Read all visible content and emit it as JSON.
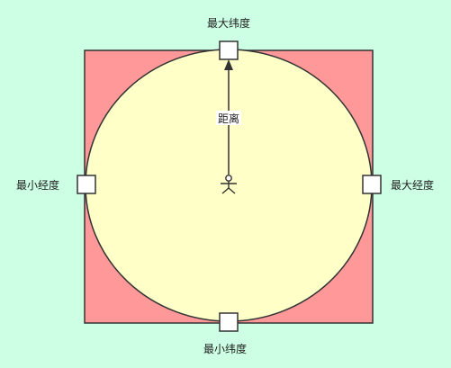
{
  "labels": {
    "max_lat": "最大纬度",
    "min_lat": "最小纬度",
    "min_lng": "最小经度",
    "max_lng": "最大经度",
    "distance": "距离"
  },
  "colors": {
    "background": "#ccffe4",
    "square_fill": "#ff9999",
    "circle_fill": "#ffffc8",
    "stroke": "#333333",
    "handle_fill": "#ffffff"
  },
  "icons": {
    "center": "person-icon"
  }
}
